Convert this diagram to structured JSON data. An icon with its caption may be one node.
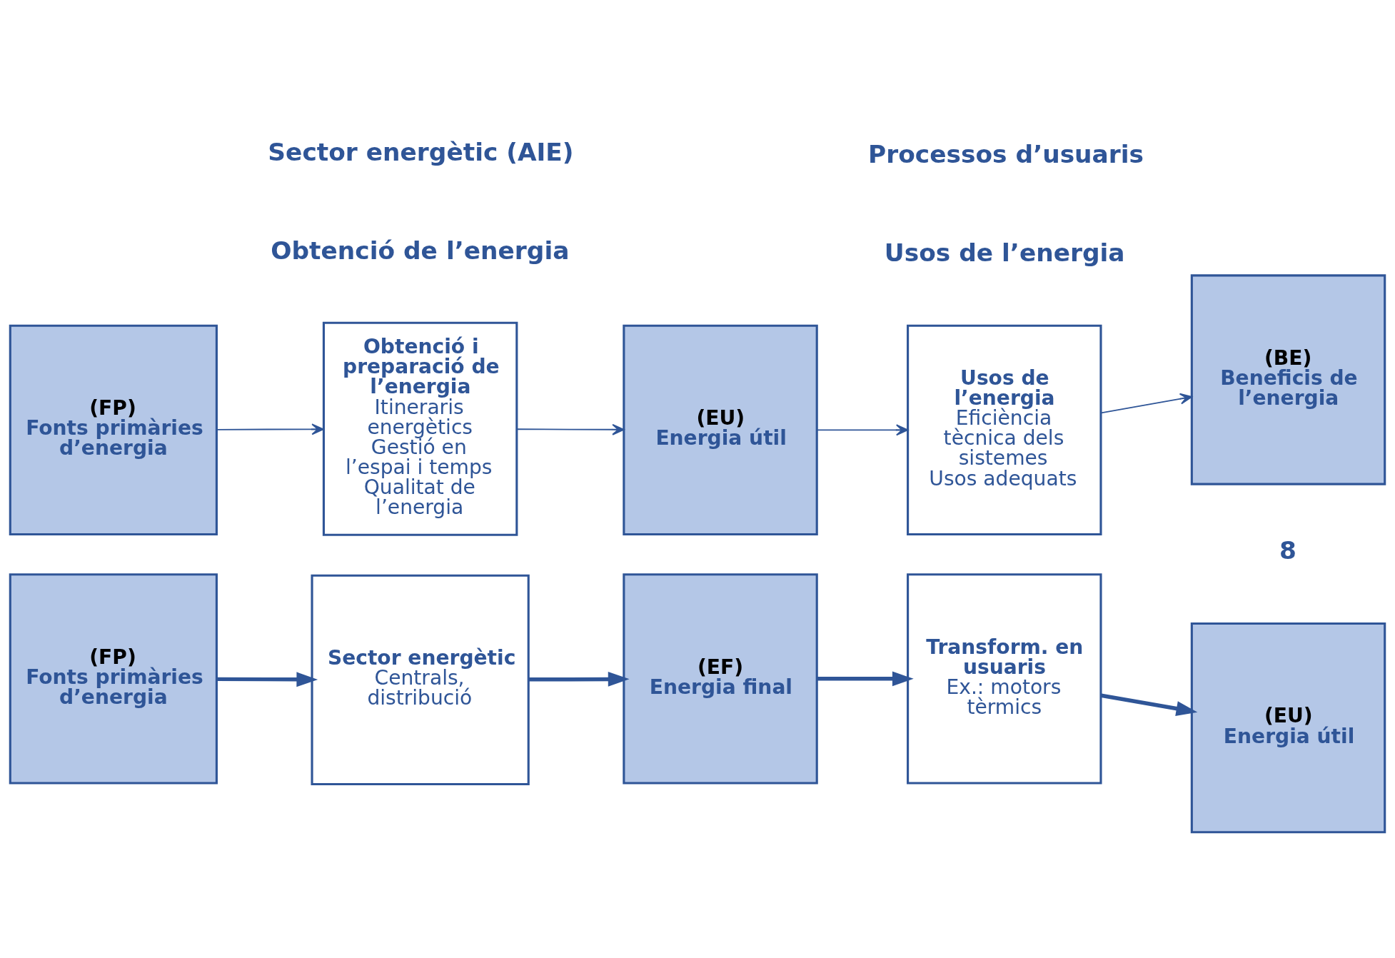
{
  "diagram": {
    "nodes": [
      {
        "text": [
          "(FP)",
          "Fonts primàries d’energia"
        ]
      },
      {
        "text": [
          "Obtenció i preparació de l’energia",
          "Itineraris energètics",
          "Gestió en l’espai i temps",
          "Qualitat de l’energia"
        ]
      },
      {
        "text": [
          "(EU)",
          "Energia útil"
        ]
      },
      {
        "text": [
          "Usos de l’energia",
          "Eficiència tècnica dels sistemes",
          "Usos adequats"
        ]
      },
      {
        "text": [
          "(BE)",
          "Beneficis de l’energia"
        ]
      },
      {
        "text": [
          "(FP)",
          "Fonts primàries d’energia"
        ]
      },
      {
        "text": [
          "Sector energètic",
          "Centrals, distribució"
        ]
      },
      {
        "text": [
          "(EF)",
          "Energia final"
        ]
      },
      {
        "text": [
          "Transform. en usuaris",
          "Ex.: motors tèrmics"
        ]
      },
      {
        "text": [
          "(EU)",
          "Energia útil"
        ]
      }
    ],
    "edges": [
      {
        "from": 0,
        "to": 1,
        "arrow": "to"
      },
      {
        "from": 1,
        "to": 2,
        "arrow": "to"
      },
      {
        "from": 2,
        "to": 3,
        "arrow": "to"
      },
      {
        "from": 3,
        "to": 4,
        "arrow": "to"
      },
      {
        "from": 5,
        "to": 6,
        "arrow": "to",
        "style": "thick"
      },
      {
        "from": 6,
        "to": 7,
        "arrow": "to",
        "style": "thick"
      },
      {
        "from": 7,
        "to": 8,
        "arrow": "to",
        "style": "thick"
      },
      {
        "from": 8,
        "to": 9,
        "arrow": "to",
        "style": "thick"
      }
    ],
    "labels": [
      "Obtenció de l’energia",
      "Usos de l’energia",
      "Sector energètic (AIE)",
      "Processos d’usuaris",
      "8"
    ]
  }
}
